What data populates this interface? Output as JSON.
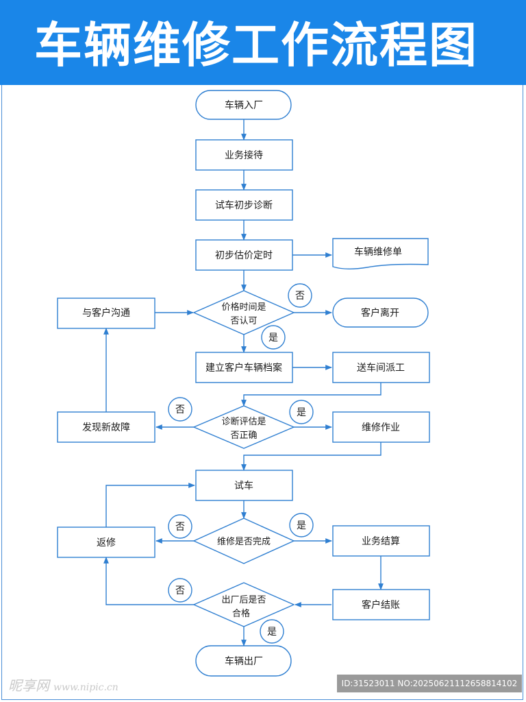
{
  "title": "车辆维修工作流程图",
  "colors": {
    "header_bg": "#1a86e8",
    "stroke": "#2f7fd1",
    "text": "#1a1a1a"
  },
  "nodes": {
    "start": "车辆入厂",
    "reception": "业务接待",
    "test_drive_diag": "试车初步诊断",
    "estimate": "初步估价定时",
    "repair_order": "车辆维修单",
    "decision_price_line1": "价格时间是",
    "decision_price_line2": "否认可",
    "customer_leaves": "客户离开",
    "communicate": "与客户沟通",
    "create_file": "建立客户车辆档案",
    "send_workshop": "送车间派工",
    "decision_diag_line1": "诊断评估是",
    "decision_diag_line2": "否正确",
    "new_fault": "发现新故障",
    "repair_work": "维修作业",
    "test_drive": "试车",
    "decision_complete": "维修是否完成",
    "rework": "返修",
    "settlement": "业务结算",
    "decision_exit_line1": "出厂后是否",
    "decision_exit_line2": "合格",
    "customer_pay": "客户结账",
    "end": "车辆出厂"
  },
  "labels": {
    "no": "否",
    "yes": "是"
  },
  "watermark": {
    "brand": "昵享网",
    "url": "www.nipic.cn"
  },
  "id_text": "ID:31523011 NO:20250621112658814102"
}
